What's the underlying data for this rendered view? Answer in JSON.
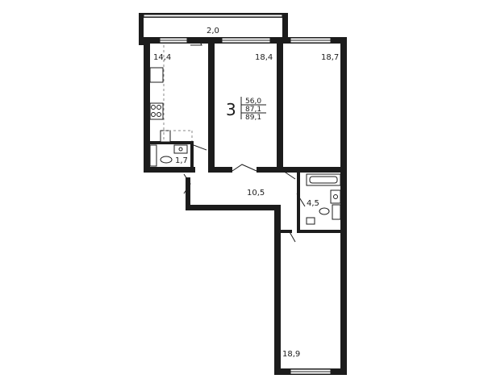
{
  "plan": {
    "rooms_count": "3",
    "areas": [
      "56,0",
      "87,1",
      "89,1"
    ]
  },
  "rooms": [
    {
      "id": "balcony",
      "area": "2,0"
    },
    {
      "id": "kitchen",
      "area": "14,4"
    },
    {
      "id": "room-middle",
      "area": "18,4"
    },
    {
      "id": "room-right",
      "area": "18,7"
    },
    {
      "id": "wc",
      "area": "1,7"
    },
    {
      "id": "hallway",
      "area": "10,5"
    },
    {
      "id": "bathroom",
      "area": "4,5"
    },
    {
      "id": "room-bottom",
      "area": "18,9"
    }
  ]
}
